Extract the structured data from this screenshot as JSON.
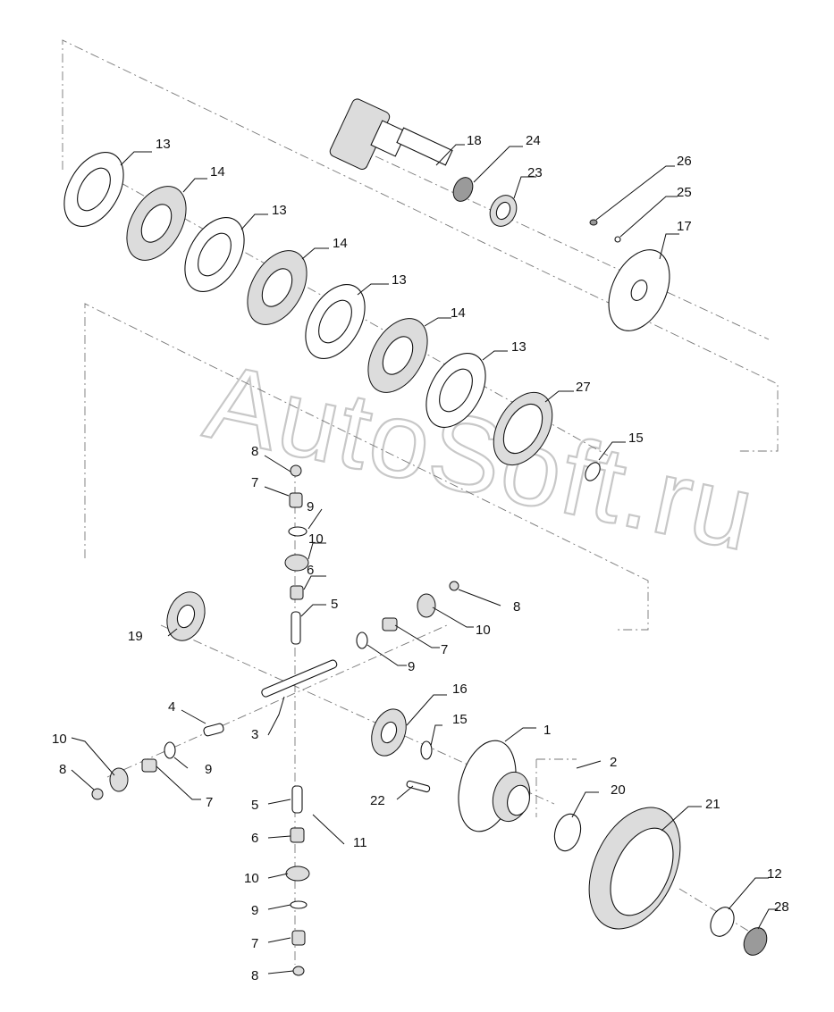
{
  "watermark": "AutoSoft.ru",
  "labels": {
    "l1": "1",
    "l2": "2",
    "l3": "3",
    "l4": "4",
    "l5a": "5",
    "l5b": "5",
    "l6a": "6",
    "l6b": "6",
    "l7a": "7",
    "l7b": "7",
    "l7c": "7",
    "l7d": "7",
    "l8a": "8",
    "l8b": "8",
    "l8c": "8",
    "l8d": "8",
    "l9a": "9",
    "l9b": "9",
    "l9c": "9",
    "l9d": "9",
    "l10a": "10",
    "l10b": "10",
    "l10c": "10",
    "l10d": "10",
    "l11": "11",
    "l12": "12",
    "l13a": "13",
    "l13b": "13",
    "l13c": "13",
    "l13d": "13",
    "l14a": "14",
    "l14b": "14",
    "l14c": "14",
    "l15a": "15",
    "l15b": "15",
    "l16": "16",
    "l17": "17",
    "l18": "18",
    "l19": "19",
    "l20": "20",
    "l21": "21",
    "l22": "22",
    "l23": "23",
    "l24": "24",
    "l25": "25",
    "l26": "26",
    "l27": "27",
    "l28": "28"
  }
}
